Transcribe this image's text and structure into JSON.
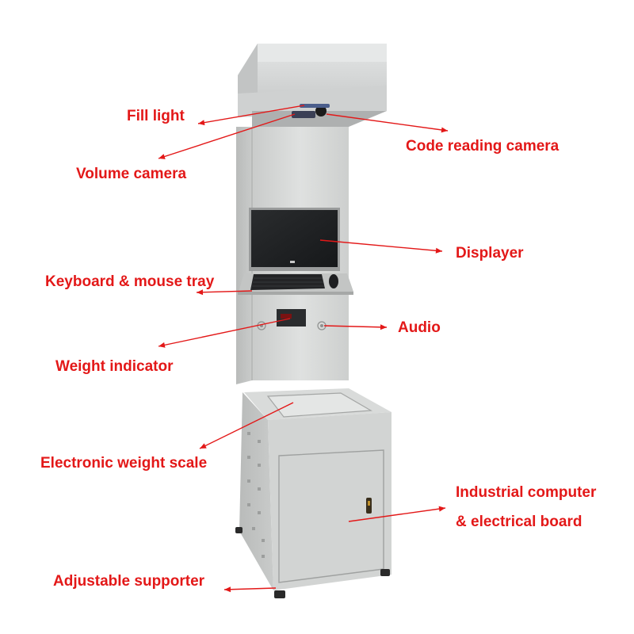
{
  "colors": {
    "label": "#e31818",
    "arrow": "#e31818",
    "cabinet": "#cfd1d0",
    "hood": "#d6d8d8",
    "screen": "#222426"
  },
  "labels": {
    "fill_light": "Fill light",
    "volume_camera": "Volume camera",
    "code_reading_camera": "Code reading camera",
    "displayer": "Displayer",
    "keyboard_mouse_tray": "Keyboard & mouse tray",
    "audio": "Audio",
    "weight_indicator": "Weight indicator",
    "electronic_weight_scale": "Electronic weight scale",
    "industrial_computer_line1": "Industrial computer",
    "industrial_computer_line2": "& electrical board",
    "adjustable_supporter": "Adjustable supporter"
  },
  "icons": [
    "arrow-icon",
    "speaker-icon",
    "lock-icon"
  ]
}
